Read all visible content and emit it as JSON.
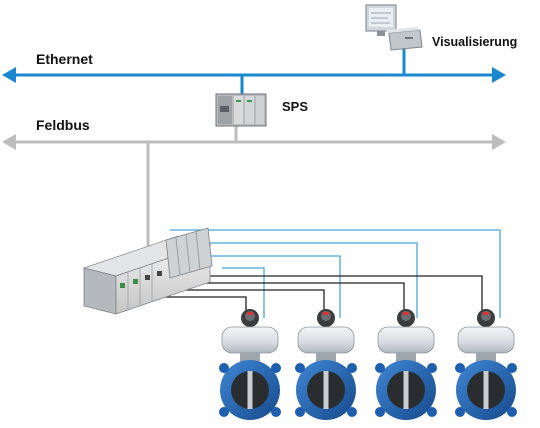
{
  "labels": {
    "ethernet": "Ethernet",
    "feldbus": "Feldbus",
    "sps": "SPS",
    "visualisierung": "Visualisierung"
  },
  "colors": {
    "ethernet_bus": "#1a88cf",
    "feldbus_line": "#bdbdbd",
    "signal_blue": "#4aa3d8",
    "signal_dark": "#222222",
    "valve_body": "#1f5fb0",
    "actuator": "#d8dde2"
  },
  "valves": [
    {
      "id": "valve-1"
    },
    {
      "id": "valve-2"
    },
    {
      "id": "valve-3"
    },
    {
      "id": "valve-4"
    }
  ]
}
